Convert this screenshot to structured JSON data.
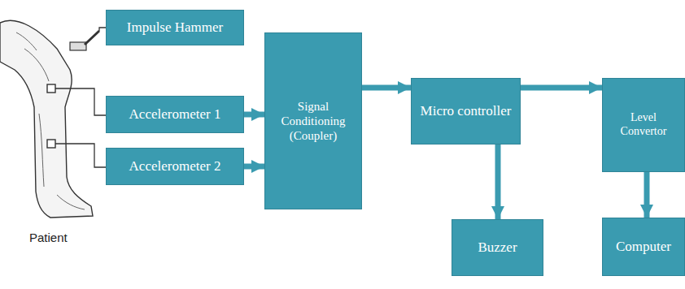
{
  "diagram": {
    "nodes": [
      {
        "text": [
          "Impulse Hammer"
        ]
      },
      {
        "text": [
          "Accelerometer 1"
        ]
      },
      {
        "text": [
          "Accelerometer 2"
        ]
      },
      {
        "text": [
          "Signal Conditioning (Coupler)"
        ]
      },
      {
        "text": [
          "Micro controller"
        ]
      },
      {
        "text": [
          "Level Convertor"
        ]
      },
      {
        "text": [
          "Buzzer"
        ]
      },
      {
        "text": [
          "Computer"
        ]
      }
    ],
    "edges": [
      {
        "from": 1,
        "to": 3,
        "arrow": "to"
      },
      {
        "from": 2,
        "to": 3,
        "arrow": "to"
      },
      {
        "from": 3,
        "to": 4,
        "arrow": "to"
      },
      {
        "from": 4,
        "to": 5,
        "arrow": "to"
      },
      {
        "from": 4,
        "to": 6,
        "arrow": "to"
      },
      {
        "from": 5,
        "to": 7,
        "arrow": "to"
      }
    ],
    "labels": [
      "Patient"
    ]
  }
}
